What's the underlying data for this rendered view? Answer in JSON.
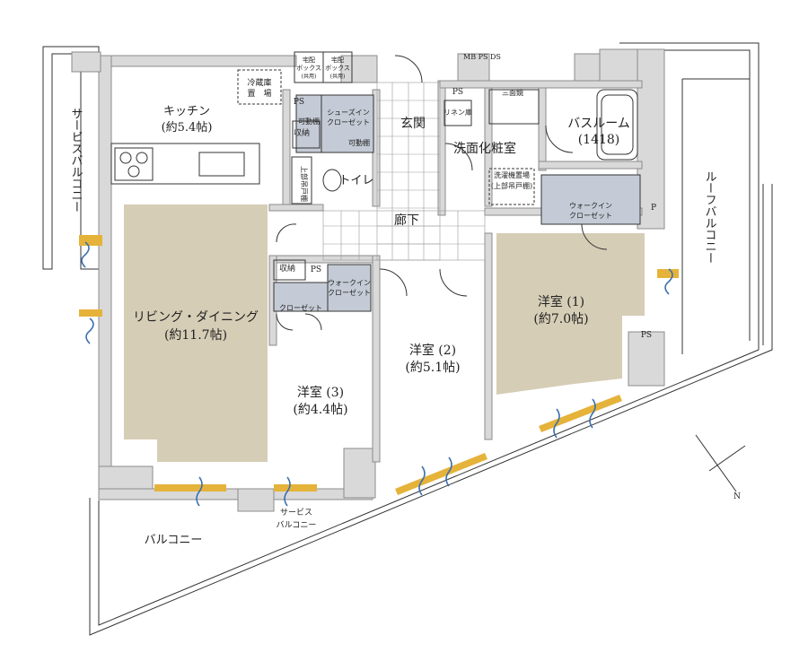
{
  "rooms": {
    "kitchen_name": "キッチン",
    "kitchen_size": "(約5.4帖)",
    "living_name": "リビング・ダイニング",
    "living_size": "(約11.7帖)",
    "room1_name": "洋室 (1)",
    "room1_size": "(約7.0帖)",
    "room2_name": "洋室 (2)",
    "room2_size": "(約5.1帖)",
    "room3_name": "洋室 (3)",
    "room3_size": "(約4.4帖)",
    "bath_name": "バスルーム",
    "bath_size": "(1418)",
    "washroom": "洗面化粧室",
    "entrance": "玄関",
    "toilet": "トイレ",
    "hallway": "廊下"
  },
  "storage": {
    "fridge_line1": "冷蔵庫",
    "fridge_line2": "置　場",
    "delivery_box_a_line1": "宅配",
    "delivery_box_a_line2": "ボックス",
    "delivery_box_a_line3": "(共用)",
    "delivery_box_b_line1": "宅配",
    "delivery_box_b_line2": "ボックス",
    "delivery_box_b_line3": "(共用)",
    "shoes_in_closet_line1": "シューズイン",
    "shoes_in_closet_line2": "クローゼット",
    "movable_shelf_v": "可動棚",
    "movable_shelf_h": "可動棚",
    "storage_kitchen": "収納",
    "storage_hall": "収納",
    "wic_hall_line1": "ウォークイン",
    "wic_hall_line2": "クローゼット",
    "closet_room3": "クローゼット",
    "wic_room1_line1": "ウォークイン",
    "wic_room1_line2": "クローゼット",
    "linen": "リネン庫",
    "three_mirror": "三面鏡",
    "laundry_line1": "洗濯機置場",
    "laundry_line2": "(上部吊戸棚)",
    "toilet_upper_shelf": "上部吊戸棚",
    "mb_ps_ds": "MB PS DS"
  },
  "markers": {
    "ps_entrance": "PS",
    "ps_wash": "PS",
    "ps_hall": "PS",
    "ps_room1": "PS",
    "p_roof": "P"
  },
  "balconies": {
    "service_left": "サービスバルコニー",
    "roof": "ルーフバルコニー",
    "balcony": "バルコニー",
    "service_bottom_line1": "サービス",
    "service_bottom_line2": "バルコニー"
  },
  "compass": {
    "label": "N"
  },
  "colors": {
    "floor_tan": "#d6cdb6",
    "storage_blue": "#c5cbd6",
    "wall_gray": "#d9d9d9",
    "window_yellow": "#e5b33a",
    "window_blue": "#3b6fb0"
  }
}
